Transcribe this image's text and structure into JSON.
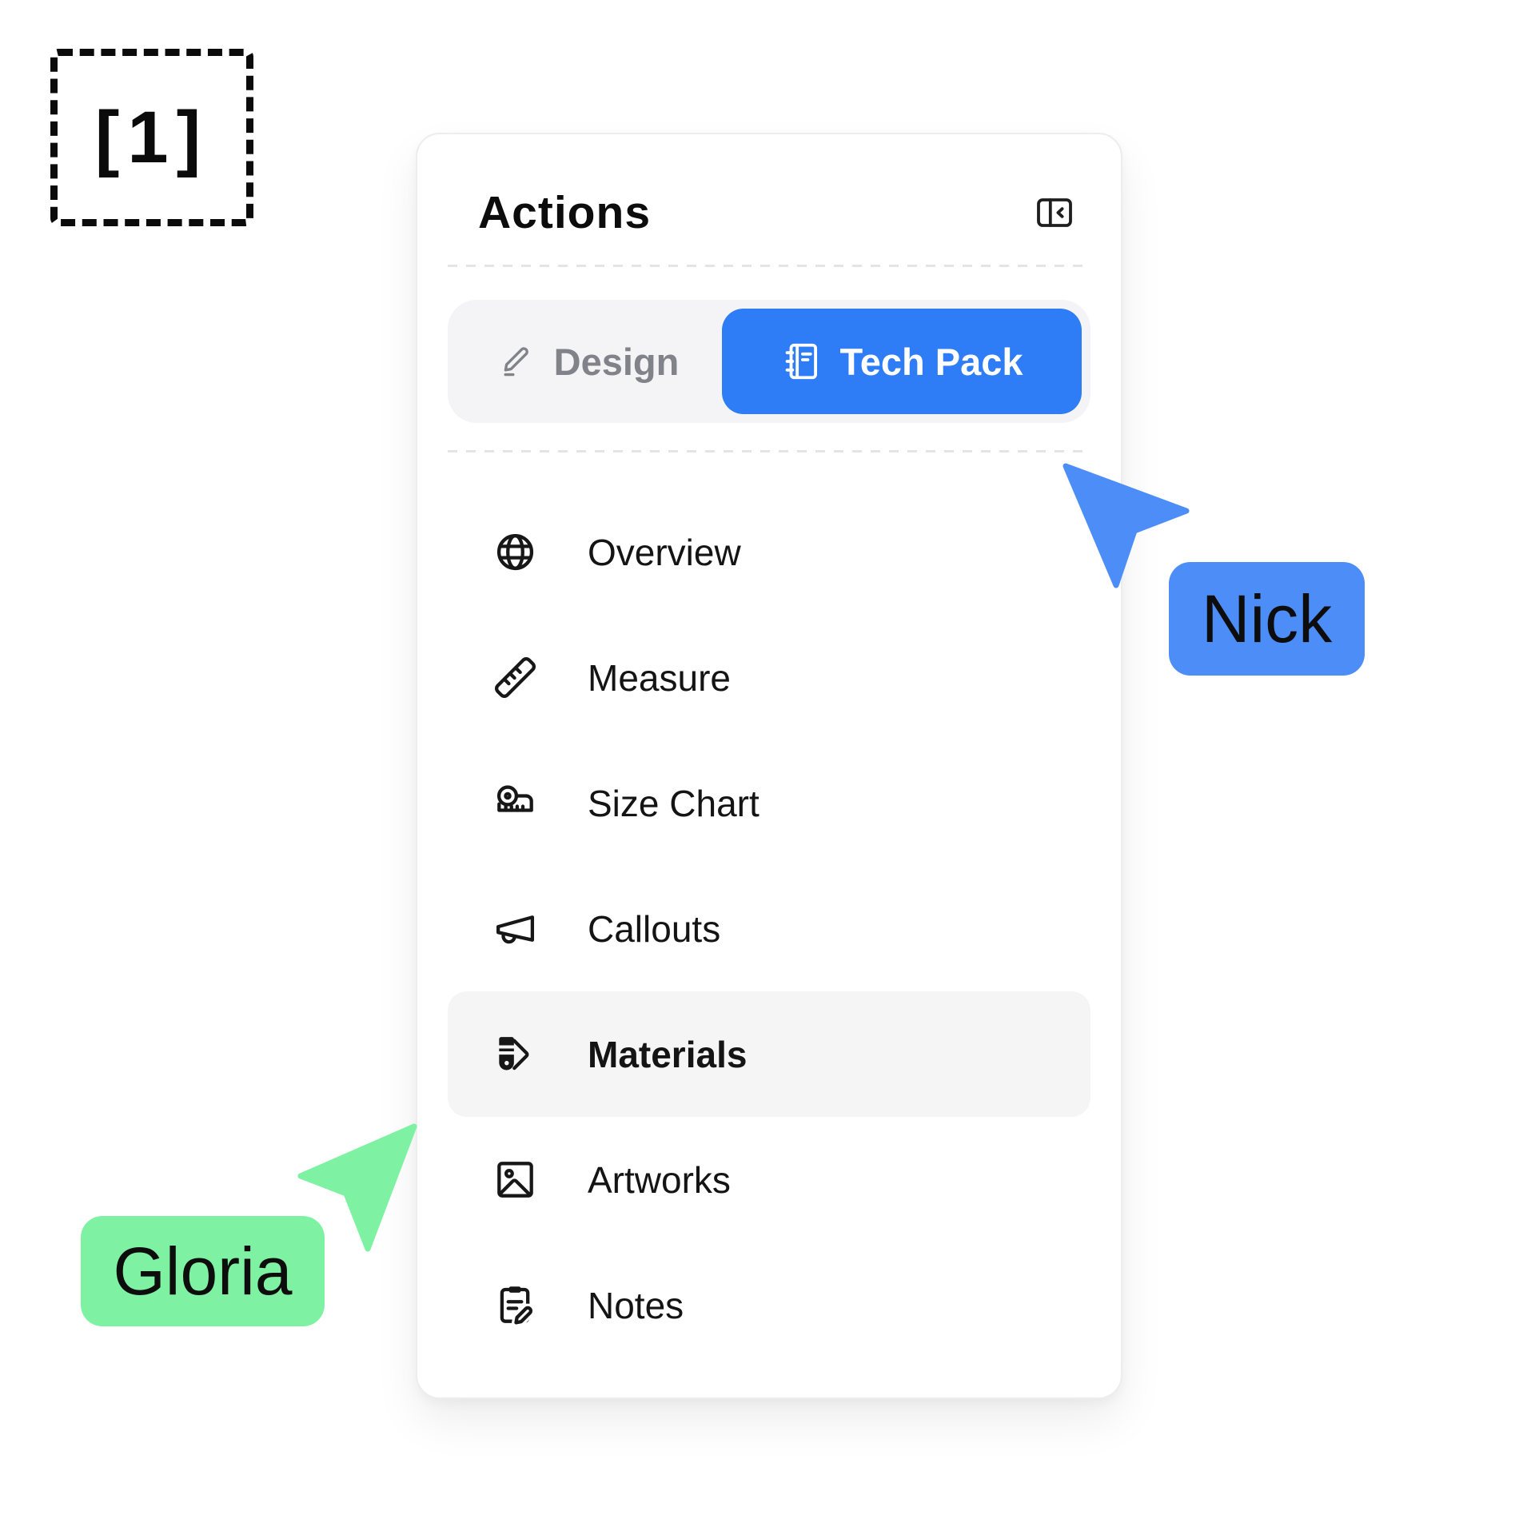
{
  "ref_marker": {
    "label": "[1]"
  },
  "panel": {
    "title": "Actions",
    "view_toggle": {
      "options": [
        {
          "label": "Design",
          "icon": "pencil-line-icon",
          "active": false
        },
        {
          "label": "Tech Pack",
          "icon": "notebook-icon",
          "active": true
        }
      ]
    },
    "menu_items": [
      {
        "label": "Overview",
        "icon": "globe-icon",
        "active": false
      },
      {
        "label": "Measure",
        "icon": "ruler-icon",
        "active": false
      },
      {
        "label": "Size Chart",
        "icon": "tape-measure-icon",
        "active": false
      },
      {
        "label": "Callouts",
        "icon": "megaphone-icon",
        "active": false
      },
      {
        "label": "Materials",
        "icon": "swatch-book-icon",
        "active": true
      },
      {
        "label": "Artworks",
        "icon": "image-icon",
        "active": false
      },
      {
        "label": "Notes",
        "icon": "clipboard-pen-icon",
        "active": false
      }
    ]
  },
  "cursors": {
    "nick": {
      "name": "Nick",
      "color": "#4C8DF7"
    },
    "gloria": {
      "name": "Gloria",
      "color": "#7EF2A2"
    }
  },
  "colors": {
    "accent_blue": "#2E7CF6",
    "toggle_track": "#F4F4F6",
    "active_row_bg": "#F5F5F6",
    "inactive_text": "#82828A",
    "text": "#121212",
    "separator": "#E4E4E6"
  }
}
